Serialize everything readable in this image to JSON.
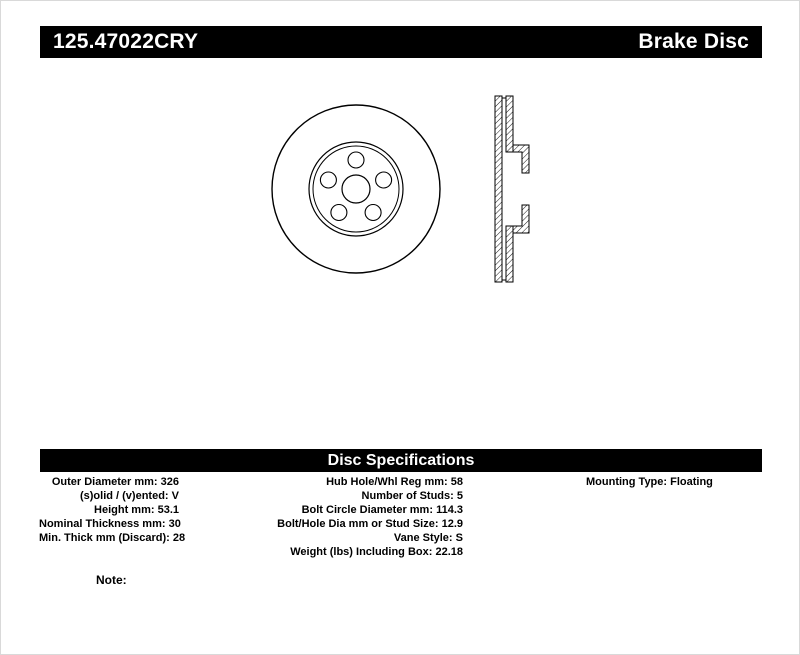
{
  "header": {
    "part_number": "125.47022CRY",
    "product_type": "Brake Disc"
  },
  "spec_header": {
    "title": "Disc Specifications"
  },
  "specs": {
    "left": [
      {
        "label": "Outer Diameter mm:",
        "value": "326"
      },
      {
        "label": "(s)olid / (v)ented:",
        "value": "V"
      },
      {
        "label": "Height mm:",
        "value": "53.1"
      },
      {
        "label": "Nominal Thickness mm:",
        "value": "30"
      },
      {
        "label": "Min. Thick mm (Discard):",
        "value": "28"
      }
    ],
    "middle": [
      {
        "label": "Hub Hole/Whl Reg mm:",
        "value": "58"
      },
      {
        "label": "Number of Studs:",
        "value": "5"
      },
      {
        "label": "Bolt Circle Diameter mm:",
        "value": "114.3"
      },
      {
        "label": "Bolt/Hole Dia mm or Stud Size:",
        "value": "12.9"
      },
      {
        "label": "Vane Style:",
        "value": "S"
      },
      {
        "label": "Weight (lbs) Including Box:",
        "value": "22.18"
      }
    ],
    "right": [
      {
        "label": "Mounting Type:",
        "value": "Floating"
      }
    ]
  },
  "note": {
    "label": "Note:"
  },
  "diagram": {
    "front_view_name": "brake-disc-front-view",
    "side_view_name": "brake-disc-cross-section",
    "stud_holes_shown": 5
  },
  "colors": {
    "bar_background": "#000000",
    "bar_text": "#ffffff",
    "page_background": "#ffffff",
    "line_color": "#000000"
  }
}
